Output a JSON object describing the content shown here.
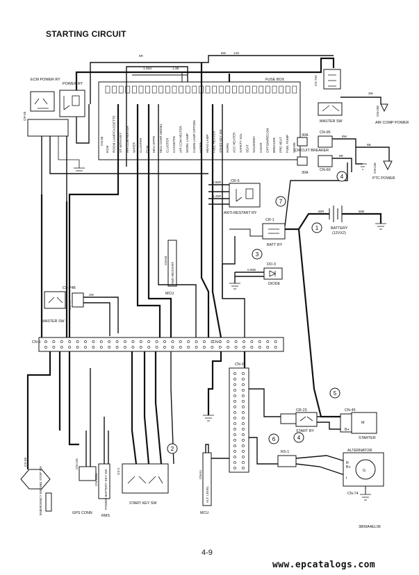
{
  "title": "STARTING CIRCUIT",
  "page_number": "4-9",
  "watermark": "www.epcatalogs.com",
  "drawing_code": "3809A4EL06",
  "components": {
    "fuse_box": "FUSE BOX",
    "ecm_power_ry": "ECM\nPOWER RY",
    "power_ry": "POWER RY",
    "cr_45": "CR-45",
    "cs_74a": "CS-74A",
    "cs_74": "CS-74",
    "master_sw_top": "MASTER SW",
    "cn_258": "CN-258",
    "air_comp_power": "AIR COMP\nPOWER",
    "cn_95": "CN-95",
    "circuit_breaker": "CIRCUIT BREAKER",
    "cn_60": "CN-60",
    "cn_245": "CN-245",
    "ptc_power": "PTC POWER",
    "cr_5": "CR-5",
    "anti_restart_ry": "ANTI-RESTART RY",
    "cr_1": "CR-1",
    "batt_ry": "BATT RY",
    "battery": "BATTERY",
    "battery_spec": "(12VX2)",
    "do_3": "DO-3",
    "diode": "DIODE",
    "cn_50": "CN-50",
    "anti_restart": "ANTI-RESTART",
    "mcu_top": "MCU",
    "cs_74b": "CS-74B",
    "master_sw_left": "MASTER SW",
    "cn_5": "CN-5",
    "cn_4": "CN-4",
    "cn_3": "CN-3",
    "cr_23": "CR-23",
    "start_ry": "START RY",
    "cn_45": "CN-45",
    "starter": "STARTER",
    "rs_1": "RS-1",
    "alternator": "ALTERNATOR",
    "cn_74": "CN-74",
    "cs_33": "CS-33",
    "emergency_engine_stop_sw": "EMERGENCY ENGINE STOP SW",
    "cn_125": "CN-125",
    "gps_conn": "GPS CONN",
    "cn_126a": "CN-126A",
    "power_battery_key": "POWER BATTERY\nKEY SW",
    "rms": "RMS",
    "cs_2": "CS-2",
    "start_key_sw": "START KEY SW",
    "cn_51": "CN-51",
    "alt_level": "ALT. LEVEL",
    "mcu_bottom": "MCU",
    "cn_36": "CN-36"
  },
  "callouts": [
    "1",
    "2",
    "3",
    "4",
    "4",
    "5",
    "6",
    "7"
  ],
  "fuse_labels": [
    "ECM",
    "ROOM LAMP/CASSETTE",
    "ST WITH KEY",
    "AIR CON HEATER",
    "WIPER",
    "CLUSTER",
    "ECM",
    "MCU EPPR",
    "MCU CONT MODEL",
    "CLUSTER",
    "CASSETTE",
    "AIR CON HEATER",
    "WORK LAMP",
    "CABIN LAMP OPTION",
    "WIPER",
    "HEAD LAMP",
    "FUEL HEATER",
    "START KEY SW",
    "HORN",
    "ACC HEATER",
    "SAFETY SOL",
    "SEAT",
    "SOLENOID",
    "CIGAR",
    "OPTION/RECON",
    "BREAKER",
    "PRE HEAT",
    "FUEL PUMP",
    "SPARE"
  ],
  "wire_labels": {
    "w5r": "5R",
    "w8w": "8W",
    "w14s": "14S",
    "w12g": "1.25G",
    "w12b": "1.2B",
    "w60r": "60R",
    "w6b": "60B",
    "w3w": "3W",
    "w5b": "5B",
    "w8r": "8R",
    "w2r": "2R",
    "w08r": "0.85R",
    "w125r": "1.25R",
    "w085b": "0.85B",
    "w2w": "2W",
    "w12w": "1.2W",
    "w3r": "3R",
    "w14": "1.4W",
    "w5bs": "5B"
  },
  "fuse_ratings": [
    "30A",
    "30A"
  ],
  "alt_terminals": [
    "B+",
    "G",
    "I",
    "R"
  ],
  "starter_terminals": [
    "M",
    "B+"
  ]
}
